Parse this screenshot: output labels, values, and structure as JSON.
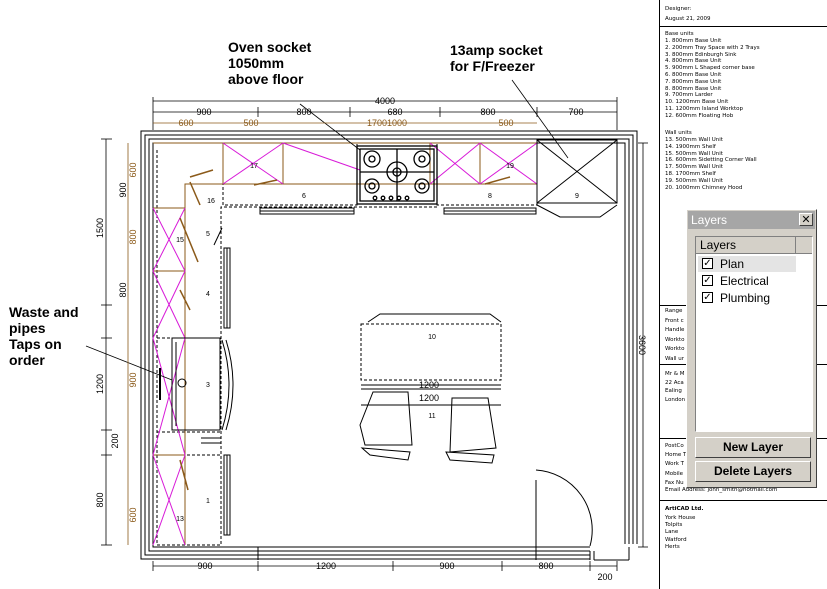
{
  "callouts": {
    "oven_socket": "Oven socket\n1050mm\nabove floor",
    "freezer_socket": "13amp  socket\nfor F/Freezer",
    "waste_pipes": "Waste and\npipes\nTaps on\norder"
  },
  "dimensions": {
    "top_overall": "4000",
    "top_segments": [
      "900",
      "800",
      "680",
      "800",
      "700"
    ],
    "top_inner": [
      "600",
      "500",
      "1700",
      "1000",
      "500"
    ],
    "left_outer": [
      "1500",
      "800",
      "1200",
      "200",
      "800"
    ],
    "left_inner_a": [
      "900",
      "600"
    ],
    "left_inner_b": [
      "800",
      "900",
      "600"
    ],
    "right_overall": "3600",
    "bottom_segments": [
      "900",
      "1200",
      "900",
      "800"
    ],
    "bottom_extra": "200",
    "island": [
      "1200",
      "1200"
    ]
  },
  "unit_numbers": [
    "1",
    "3",
    "4",
    "5",
    "6",
    "8",
    "9",
    "10",
    "11",
    "13",
    "15",
    "16",
    "17",
    "19"
  ],
  "sheet": {
    "designer_label": "Designer:",
    "date": "August 21, 2009",
    "base_units_title": "Base units",
    "base_units": [
      "1. 800mm Base Unit",
      "2. 200mm Tray Space with 2 Trays",
      "3. 800mm Edinburgh Sink",
      "4. 800mm Base Unit",
      "5. 900mm L Shaped corner base",
      "6. 800mm Base Unit",
      "7. 800mm Base Unit",
      "8. 800mm Base Unit",
      "9. 700mm Larder",
      "10. 1200mm Base Unit",
      "11. 1200mm Island Worktop",
      "12. 600mm Floating Hob"
    ],
    "wall_units_title": "Wall units",
    "wall_units": [
      "13. 500mm Wall Unit",
      "14. 1900mm Shelf",
      "15. 500mm Wall Unit",
      "16. 600mm Sidetting Corner Wall",
      "17. 500mm Wall Unit",
      "18. 1700mm Shelf",
      "19. 500mm Wall Unit",
      "20. 1000mm Chimney Hood"
    ],
    "partial_lines_a": [
      "Range",
      "Front c",
      "Handle",
      "Workto",
      "Workto",
      "Wall ur"
    ],
    "partial_lines_b": [
      "Mr & M",
      "22 Aca",
      "Ealing",
      "London"
    ],
    "partial_lines_c": [
      "PostCo",
      "Home T",
      "Work T",
      "Mobile",
      "Fax Nu"
    ],
    "email": "Email Address: john_smith@hotmail.com",
    "company": "ArtiCAD Ltd.",
    "address": [
      "York House",
      "Tolpits",
      "Lane",
      "Watford",
      "Herts"
    ]
  },
  "layers_dialog": {
    "title": "Layers",
    "close": "✕",
    "column": "Layers",
    "items": [
      {
        "label": "Plan",
        "checked": true
      },
      {
        "label": "Electrical",
        "checked": true
      },
      {
        "label": "Plumbing",
        "checked": true
      }
    ],
    "new_button": "New Layer",
    "delete_button": "Delete Layers"
  },
  "colors": {
    "wall": "#000000",
    "wall_units": "#d81ad8",
    "worktop": "#8b5a1a",
    "dialog": "#d4d0c8"
  }
}
